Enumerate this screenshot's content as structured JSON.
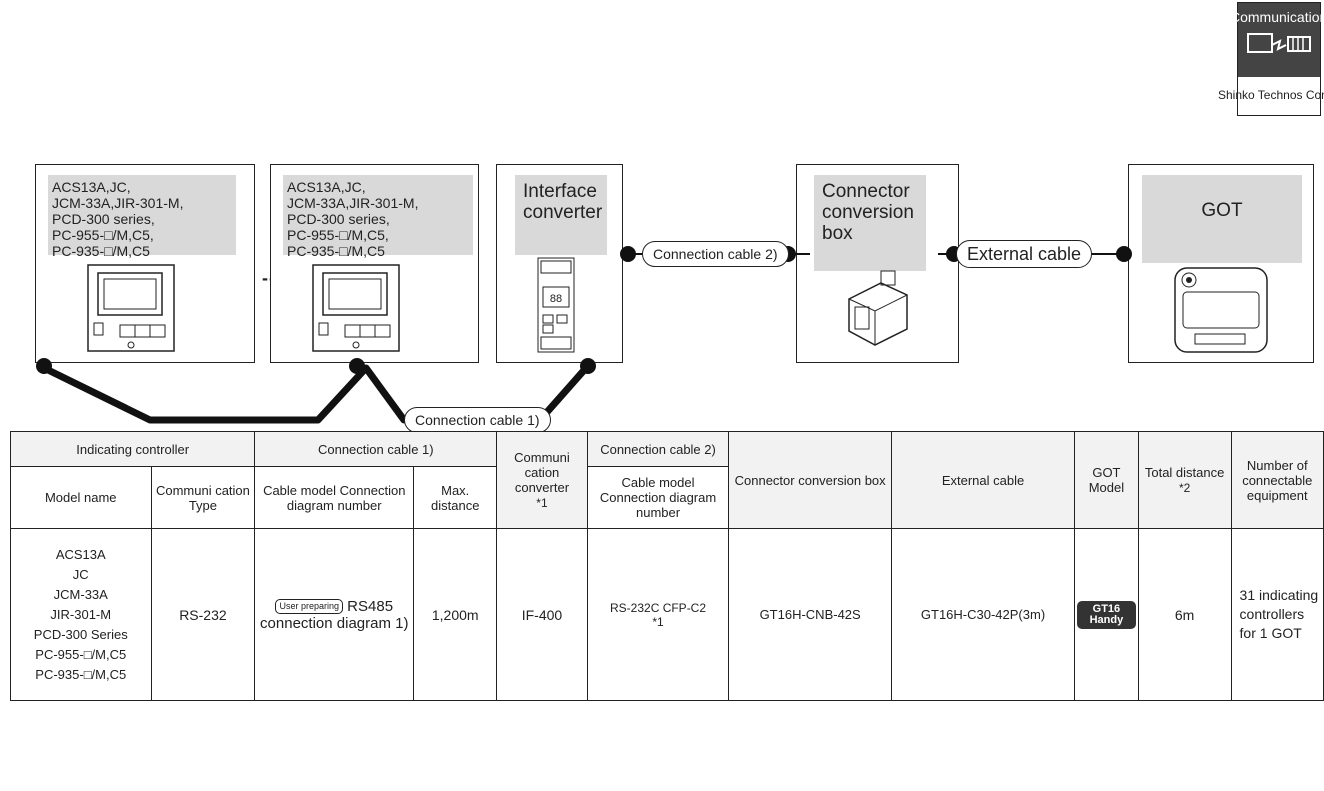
{
  "driver": {
    "title": "Communication driver",
    "subtitle": "Shinko Technos Controller",
    "icon": "driver-icon"
  },
  "diagram": {
    "controller_label": [
      "ACS13A,JC,",
      "JCM-33A,JIR-301-M,",
      "PCD-300 series,",
      "PC-955-□/M,C5,",
      "PC-935-□/M,C5"
    ],
    "ellipsis": "----",
    "interface_converter": [
      "Interface",
      "converter"
    ],
    "connector_box": [
      "Connector",
      "conversion",
      "box"
    ],
    "got": "GOT",
    "cable1": "Connection cable 1)",
    "cable2": "Connection cable 2)",
    "external": "External cable"
  },
  "table": {
    "headers": {
      "indicating_controller": "Indicating controller",
      "model_name": "Model name",
      "comm_type": "Communi cation Type",
      "cable1": "Connection cable 1)",
      "cable1_model": "Cable model Connection diagram number",
      "max_distance": "Max. distance",
      "converter": "Communi cation converter",
      "converter_note": "*1",
      "cable2": "Connection cable 2)",
      "cable2_model": "Cable model Connection diagram number",
      "connector_box": "Connector conversion box",
      "external_cable": "External cable",
      "got_model": "GOT Model",
      "total_distance": "Total distance",
      "total_note": "*2",
      "number": "Number of connectable equipment"
    },
    "row": {
      "models": [
        "ACS13A",
        "JC",
        "JCM-33A",
        "JIR-301-M",
        "PCD-300 Series",
        "PC-955-□/M,C5",
        "PC-935-□/M,C5"
      ],
      "comm_type": "RS-232",
      "user_prep": "User preparing",
      "cable1": "RS485 connection diagram 1)",
      "max_distance": "1,200m",
      "converter": "IF-400",
      "cable2": "RS-232C CFP-C2",
      "cable2_note": "*1",
      "connector_box": "GT16H-CNB-42S",
      "external_cable": "GT16H-C30-42P(3m)",
      "got_badge": "GT16 Handy",
      "total_distance": "6m",
      "number": "31 indicating controllers for 1 GOT"
    }
  }
}
